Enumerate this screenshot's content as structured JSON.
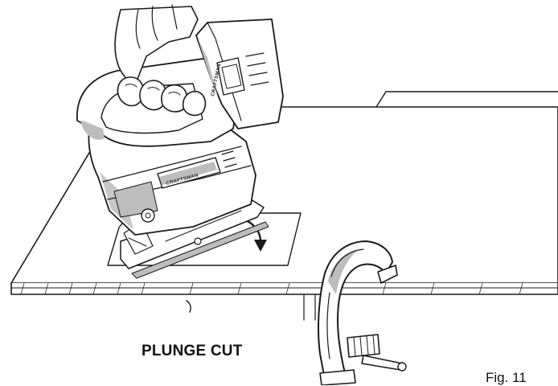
{
  "caption": "PLUNGE CUT",
  "figure_label": "Fig. 11",
  "brand_marks": {
    "battery": "CRAFTSMAN",
    "saw_body": "CRAFTSMAN"
  },
  "icons": {
    "jigsaw": "jigsaw-illustration",
    "clamp": "c-clamp-illustration",
    "arrow": "curved-down-arrow"
  }
}
